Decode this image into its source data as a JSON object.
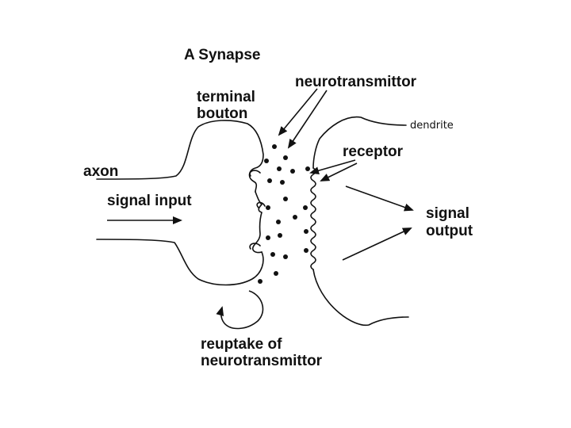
{
  "title": "A Synapse",
  "labels": {
    "neurotransmitter": "neurotransmittor",
    "terminal_line1": "terminal",
    "terminal_line2": "bouton",
    "dendrite": "dendrite",
    "receptor": "receptor",
    "axon": "axon",
    "signal_input": "signal input",
    "signal_output_line1": "signal",
    "signal_output_line2": "output",
    "reuptake_line1": "reuptake of",
    "reuptake_line2": "neurotransmittor"
  },
  "colors": {
    "ink": "#111111",
    "background": "#ffffff"
  }
}
